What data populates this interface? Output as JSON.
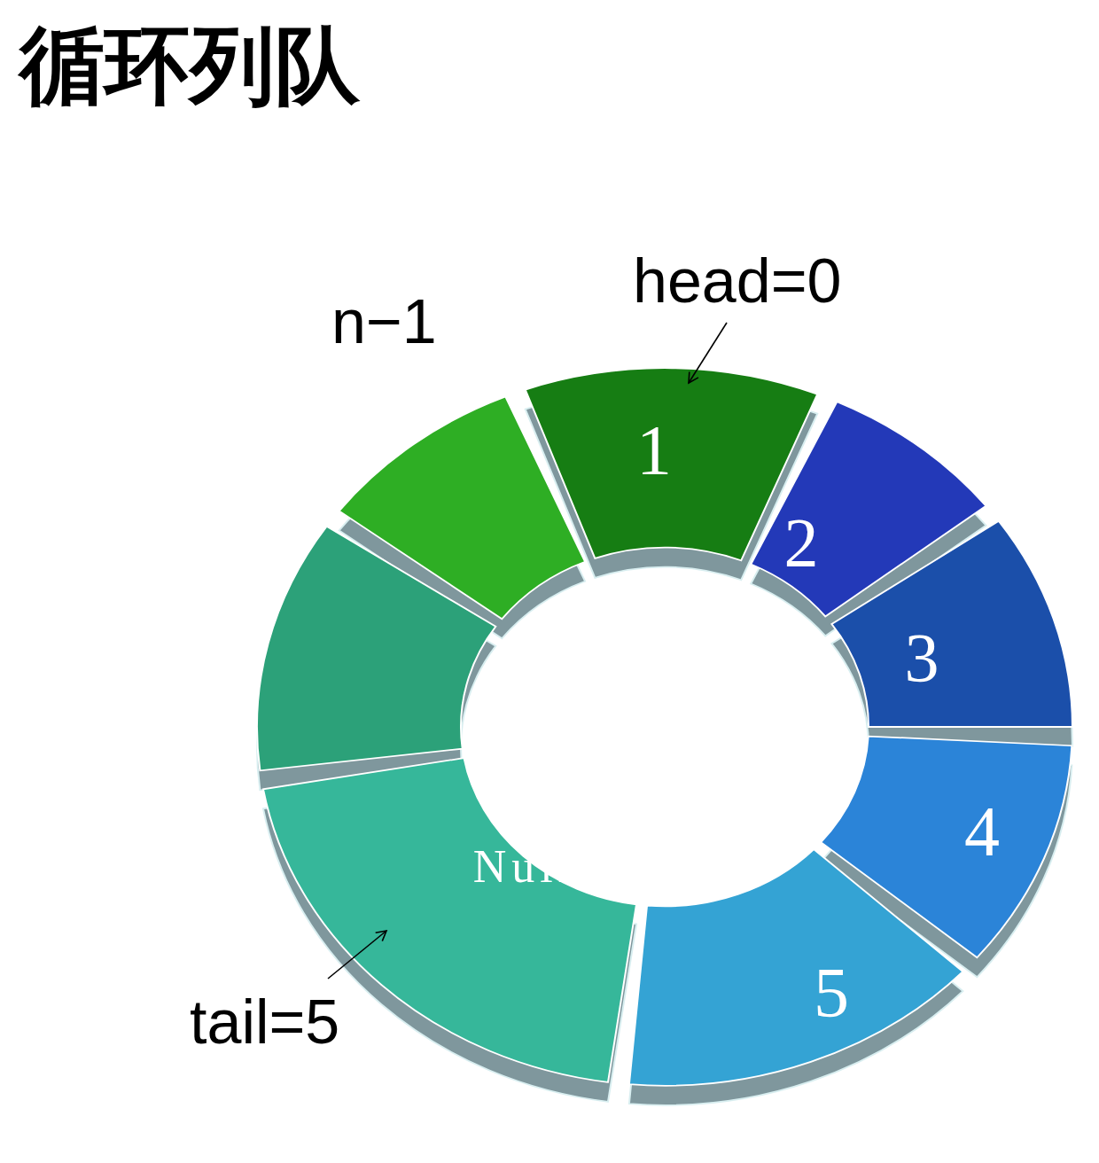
{
  "diagram": {
    "title": "循环列队",
    "nodes": [
      {
        "text": [
          "1"
        ]
      },
      {
        "text": [
          "2"
        ]
      },
      {
        "text": [
          "3"
        ]
      },
      {
        "text": [
          "4"
        ]
      },
      {
        "text": [
          "5"
        ]
      },
      {
        "text": [
          "Null"
        ]
      }
    ],
    "labels": [
      "head=0",
      "n−1",
      "tail=5"
    ]
  }
}
